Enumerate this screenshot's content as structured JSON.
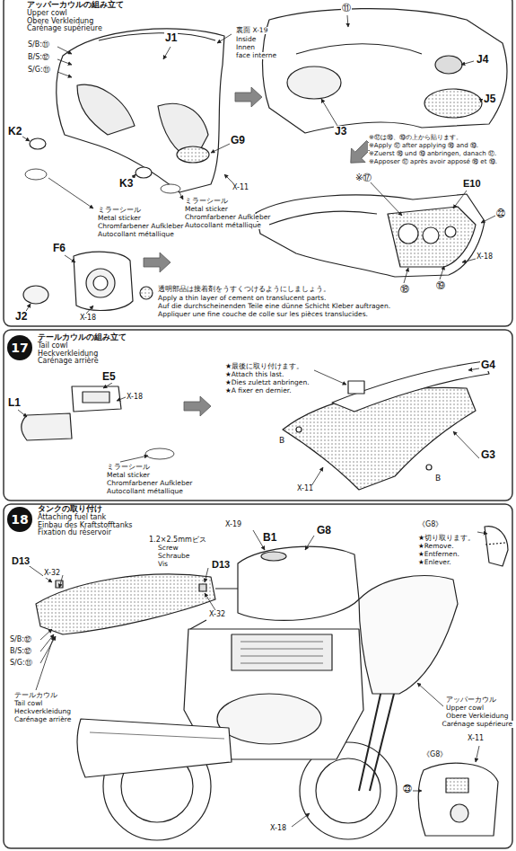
{
  "diagram": {
    "nodes": [
      {
        "text": [
          "アッパーカウルの組み立て",
          "Upper cowl",
          "Obere Verkleidung",
          "Carénage supérieure"
        ]
      },
      {
        "text": [
          "テールカウルの組み立て",
          "Tail cowl",
          "Heckverkleidung",
          "Carénage arrière"
        ]
      },
      {
        "text": [
          "17"
        ],
        "in": 1
      },
      {
        "text": [
          "タンクの取り付け",
          "Attaching fuel tank",
          "Einbau des Kraftstofftanks",
          "Fixation du réservoir"
        ]
      },
      {
        "text": [
          "18"
        ],
        "in": 3
      }
    ],
    "labels": [
      "J1",
      "裏面 X-19",
      "Inside",
      "Innen",
      "face interne",
      "S/B:⑪",
      "B/S:⑫",
      "S/G:⑪",
      "K2",
      "G9",
      "X-11",
      "K3",
      "ミラーシール",
      "Metal sticker",
      "Chromfarbener Aufkleber",
      "Autocollant métallique",
      "ミラーシール",
      "Metal sticker",
      "Chromfarbener Aufkleber",
      "Autocollant métallique",
      "F6",
      "J2",
      "X-18",
      "透明部品は接着剤をうすくつけるようにしましょう。",
      "Apply a thin layer of cement on translucent parts.",
      "Auf die durchscheinenden Teile eine dünne Schicht Kleber auftragen.",
      "Appliquer une fine couche de colle sur les pièces translucides.",
      "⑪",
      "J4",
      "J5",
      "J3",
      "※⑰は⑱、⑲の上から貼ります。",
      "※Apply ⑰ after applying ⑱ and ⑲.",
      "※Zuerst ⑱ und ⑲ anbringen, danach ⑰.",
      "※Apposer ⑰ après avoir apposé ⑱ et ⑲.",
      "※⑰",
      "E10",
      "㉒",
      "X-18",
      "⑱",
      "⑲",
      "E5",
      "X-18",
      "L1",
      "ミラーシール",
      "Metal sticker",
      "Chromfarbener Aufkleber",
      "Autocollant métallique",
      "★最後に取り付けます。",
      "★Attach this last.",
      "★Dies zuletzt anbringen.",
      "★A fixer en dernier.",
      "G4",
      "B",
      "G3",
      "B",
      "X-11",
      "1.2×2.5mmビス",
      "Screw",
      "Schraube",
      "Vis",
      "D13",
      "X-32",
      "D13",
      "X-32",
      "S/B:⑫",
      "B/S:⑫",
      "S/G:⑪",
      "B1",
      "X-19",
      "G8",
      "《G8》",
      "★切り取ります。",
      "★Remove.",
      "★Entfernen.",
      "★Enlever.",
      "アッパーカウル",
      "Upper cowl",
      "Obere Verkleidung",
      "Carénage supérieure",
      "テールカウル",
      "Tail cowl",
      "Heckverkleidung",
      "Carénage arrière",
      "X-18",
      "X-11",
      "《G8》",
      "㉓"
    ]
  }
}
